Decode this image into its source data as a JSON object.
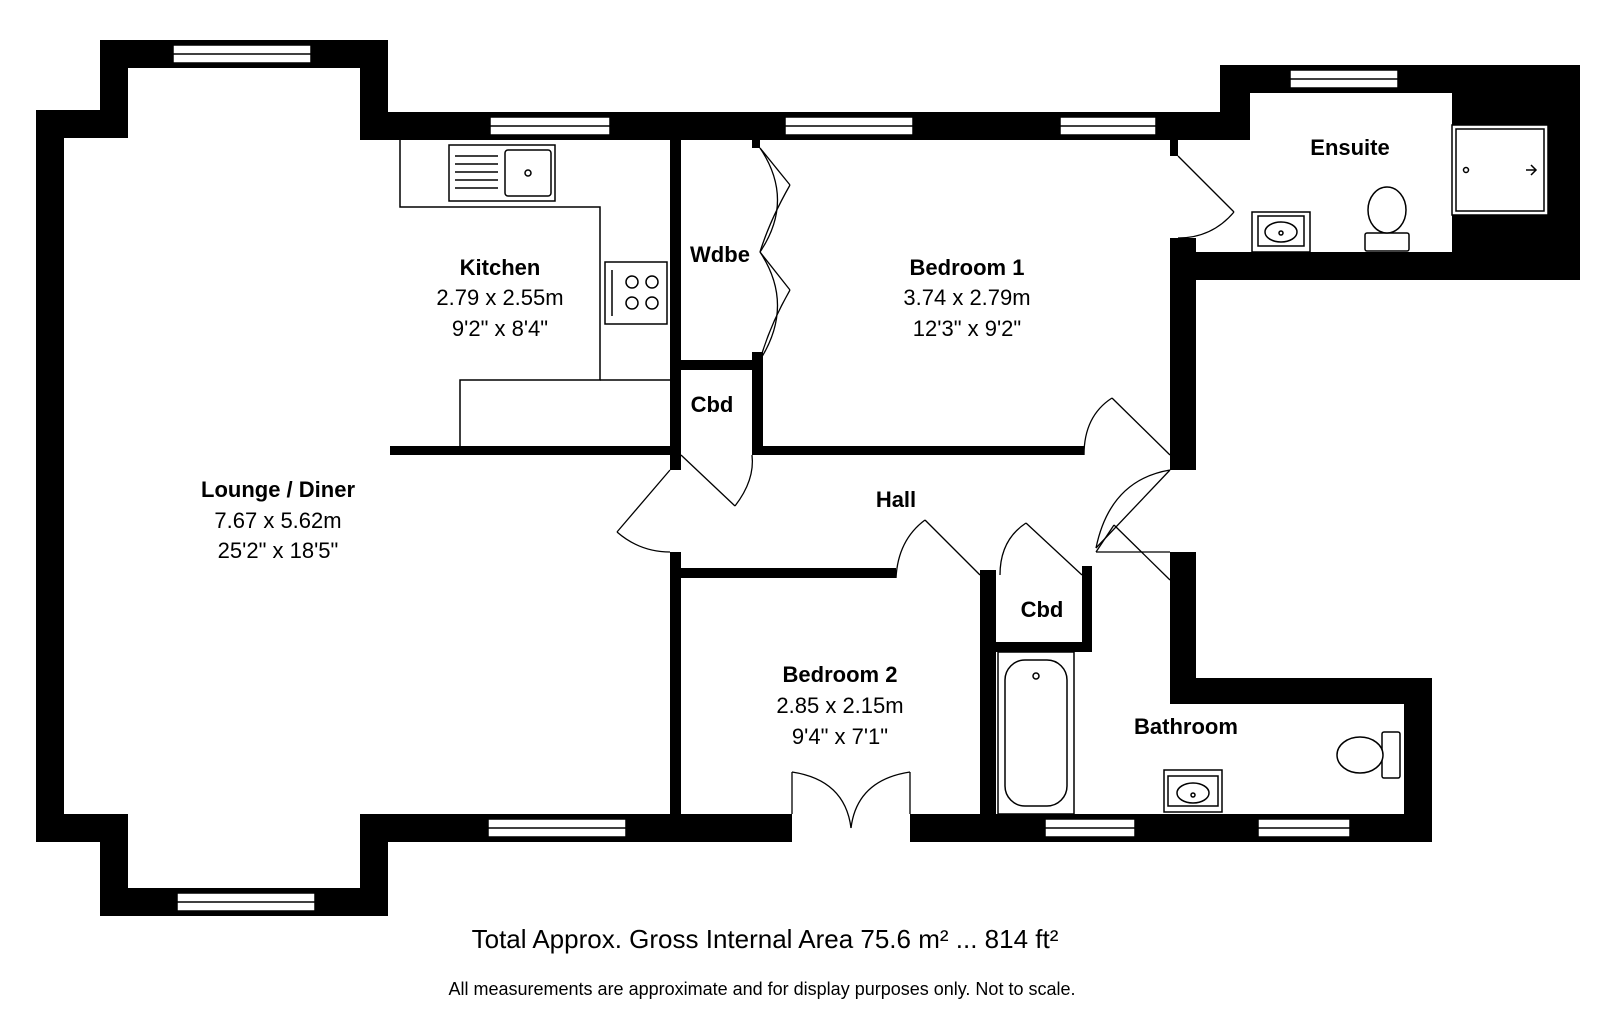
{
  "rooms": {
    "lounge": {
      "name": "Lounge / Diner",
      "metric": "7.67 x 5.62m",
      "imperial": "25'2\" x 18'5\""
    },
    "kitchen": {
      "name": "Kitchen",
      "metric": "2.79 x 2.55m",
      "imperial": "9'2\" x 8'4\""
    },
    "bedroom1": {
      "name": "Bedroom 1",
      "metric": "3.74 x 2.79m",
      "imperial": "12'3\" x 9'2\""
    },
    "bedroom2": {
      "name": "Bedroom 2",
      "metric": "2.85 x 2.15m",
      "imperial": "9'4\" x 7'1\""
    },
    "ensuite": {
      "name": "Ensuite"
    },
    "bathroom": {
      "name": "Bathroom"
    },
    "hall": {
      "name": "Hall"
    },
    "wardrobe": {
      "name": "Wdbe"
    },
    "cupboard1": {
      "name": "Cbd"
    },
    "cupboard2": {
      "name": "Cbd"
    }
  },
  "footer": {
    "total_area": "Total Approx. Gross Internal Area 75.6 m² ... 814 ft²",
    "disclaimer": "All measurements are approximate and for display purposes only. Not to scale."
  },
  "colors": {
    "walls": "#000000",
    "background": "#ffffff"
  }
}
